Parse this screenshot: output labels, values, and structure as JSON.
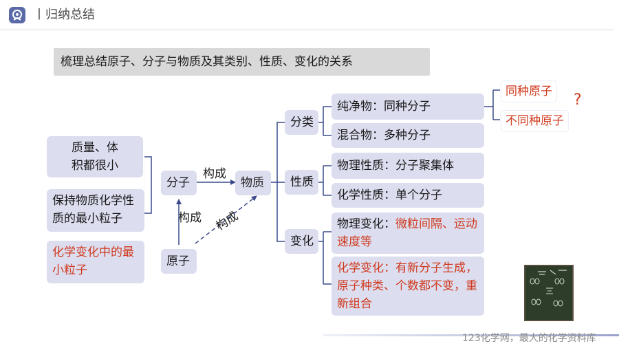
{
  "header": {
    "title": "丨归纳总结"
  },
  "banner": "梳理总结原子、分子与物质及其类别、性质、变化的关系",
  "left_boxes": {
    "mass": "质量、体积都很小",
    "keep": "保持物质化学性质的最小粒子",
    "smallest": "化学变化中的最小粒子"
  },
  "nodes": {
    "molecule": "分子",
    "atom": "原子",
    "substance": "物质",
    "classify": "分类",
    "property": "性质",
    "change": "变化"
  },
  "edge_labels": {
    "mol_to_sub": "构成",
    "atom_to_mol": "构成",
    "atom_to_sub": "构成"
  },
  "right_boxes": {
    "pure": "纯净物：同种分子",
    "mixture": "混合物：多种分子",
    "phys_prop": "物理性质：分子聚集体",
    "chem_prop": "化学性质：单个分子",
    "phys_change_prefix": "物理变化：",
    "phys_change_detail": "微粒间隔、运动速度等",
    "chem_change": "化学变化：有新分子生成，原子种类、个数都不变，重新组合"
  },
  "pure_sub": {
    "same_atom": "同种原子",
    "diff_atom": "不同种原子",
    "question": "?"
  },
  "footer": {
    "text": "123化学网，最大的化学资料库"
  },
  "colors": {
    "box_fill": "#dcdef0",
    "accent_red": "#d0391d",
    "line": "#3a4a8a",
    "banner_fill": "#d9d9d9"
  }
}
